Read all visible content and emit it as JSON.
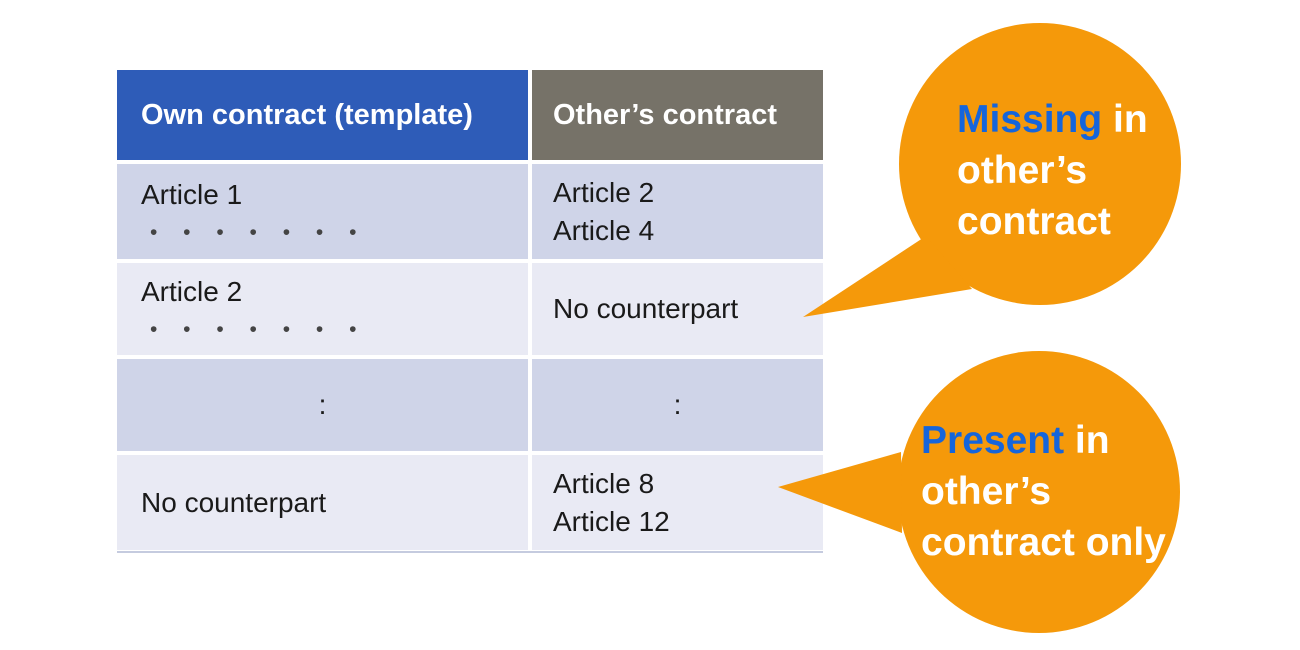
{
  "colors": {
    "header_own_bg": "#2e5cb8",
    "header_other_bg": "#767268",
    "row_band_dark": "#cfd4e8",
    "row_band_light": "#e9eaf4",
    "callout_bg": "#f5990a",
    "callout_highlight_text": "#1565db",
    "body_text": "#1a1a1a"
  },
  "table": {
    "headers": {
      "own": "Own contract (template)",
      "other": "Other’s contract"
    },
    "rows": [
      {
        "own_line1": "Article 1",
        "own_dots": "• • • • • • •",
        "other_line1": "Article 2",
        "other_line2": "Article 4"
      },
      {
        "own_line1": "Article 2",
        "own_dots": "• • • • • • •",
        "other_line1": "No counterpart"
      },
      {
        "own_line1": ":",
        "other_line1": ":"
      },
      {
        "own_line1": "No counterpart",
        "other_line1": "Article 8",
        "other_line2": "Article 12"
      }
    ]
  },
  "callouts": [
    {
      "highlight": "Missing",
      "suffix": " in",
      "line2": "other’s",
      "line3": "contract"
    },
    {
      "highlight": "Present",
      "suffix": " in",
      "line2": "other’s",
      "line3": "contract only"
    }
  ]
}
